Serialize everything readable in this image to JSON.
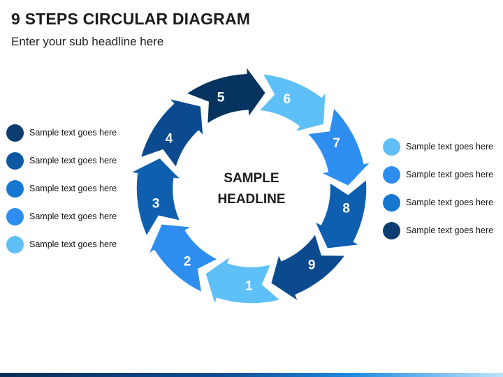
{
  "title": "9 STEPS CIRCULAR DIAGRAM",
  "subtitle": "Enter your sub headline here",
  "center": {
    "line1": "SAMPLE",
    "line2": "HEADLINE"
  },
  "steps": [
    {
      "number": "1",
      "color": "#5fc0f8"
    },
    {
      "number": "2",
      "color": "#2e8ef0"
    },
    {
      "number": "3",
      "color": "#0f5fb0"
    },
    {
      "number": "4",
      "color": "#0b4a8f"
    },
    {
      "number": "5",
      "color": "#06335f"
    },
    {
      "number": "6",
      "color": "#5fc0f8"
    },
    {
      "number": "7",
      "color": "#2e8ef0"
    },
    {
      "number": "8",
      "color": "#0f5fb0"
    },
    {
      "number": "9",
      "color": "#0b4a8f"
    }
  ],
  "legend_left": [
    {
      "text": "Sample text goes here",
      "color": "#0b3d70"
    },
    {
      "text": "Sample text goes here",
      "color": "#0d58a0"
    },
    {
      "text": "Sample text goes here",
      "color": "#1577d0"
    },
    {
      "text": "Sample text goes here",
      "color": "#2e8ef0"
    },
    {
      "text": "Sample text goes here",
      "color": "#5fc0f8"
    }
  ],
  "legend_right": [
    {
      "text": "Sample text goes here",
      "color": "#5fc0f8"
    },
    {
      "text": "Sample text goes here",
      "color": "#2e8ef0"
    },
    {
      "text": "Sample text goes here",
      "color": "#1577d0"
    },
    {
      "text": "Sample text goes here",
      "color": "#0b3d70"
    }
  ]
}
